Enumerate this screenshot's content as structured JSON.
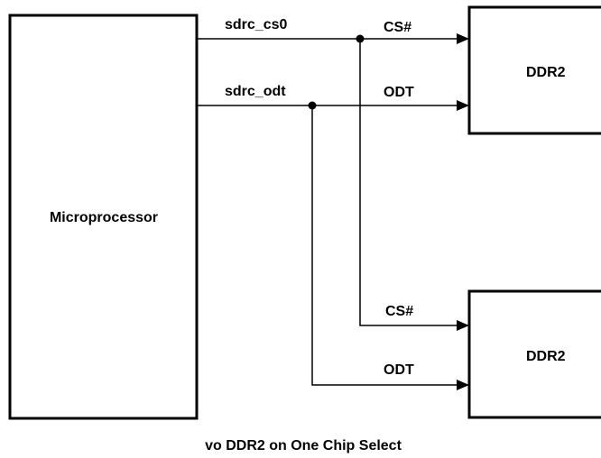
{
  "blocks": {
    "processor": "Microprocessor",
    "memory_top": "DDR2",
    "memory_bottom": "DDR2"
  },
  "signals": {
    "cs_source": "sdrc_cs0",
    "odt_source": "sdrc_odt",
    "top_cs": "CS#",
    "top_odt": "ODT",
    "bottom_cs": "CS#",
    "bottom_odt": "ODT"
  },
  "caption": "vo DDR2 on One Chip Select",
  "colors": {
    "line": "#000000",
    "background": "#ffffff"
  }
}
